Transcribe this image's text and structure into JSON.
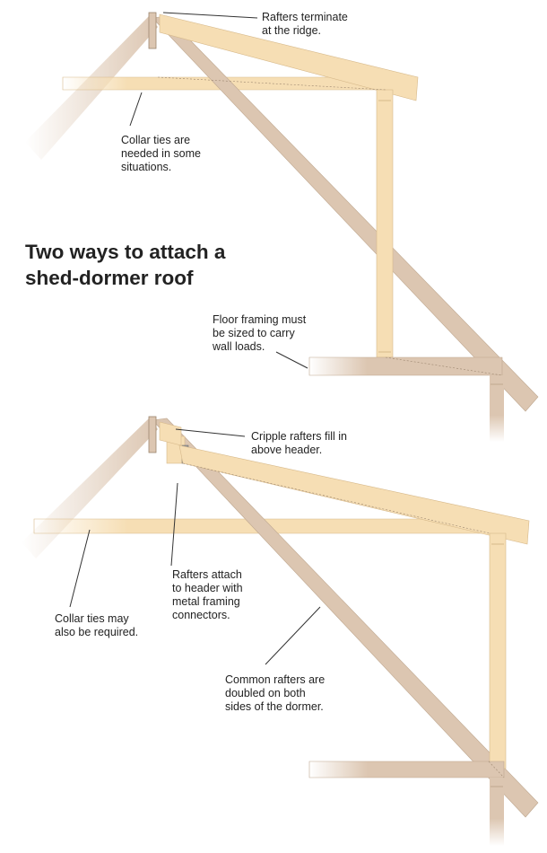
{
  "title": "Two ways to attach a\nshed-dormer roof",
  "colors": {
    "common_rafter": "#dcc6b1",
    "common_rafter_edge": "#bfa890",
    "dormer_lumber": "#f6deb4",
    "dormer_lumber_edge": "#d7b98a",
    "leader_line": "#333333",
    "text": "#222222"
  },
  "top_diagram": {
    "callouts": {
      "ridge": "Rafters terminate\nat the ridge.",
      "collar": "Collar ties are\nneeded in some\nsituations.",
      "floor": "Floor framing must\nbe sized to carry\nwall loads."
    }
  },
  "bottom_diagram": {
    "callouts": {
      "cripple": "Cripple rafters fill in\nabove header.",
      "attach": "Rafters attach\nto header with\nmetal framing\nconnectors.",
      "collar": "Collar ties may\nalso be required.",
      "common": "Common rafters are\ndoubled on both\nsides of the dormer."
    }
  }
}
